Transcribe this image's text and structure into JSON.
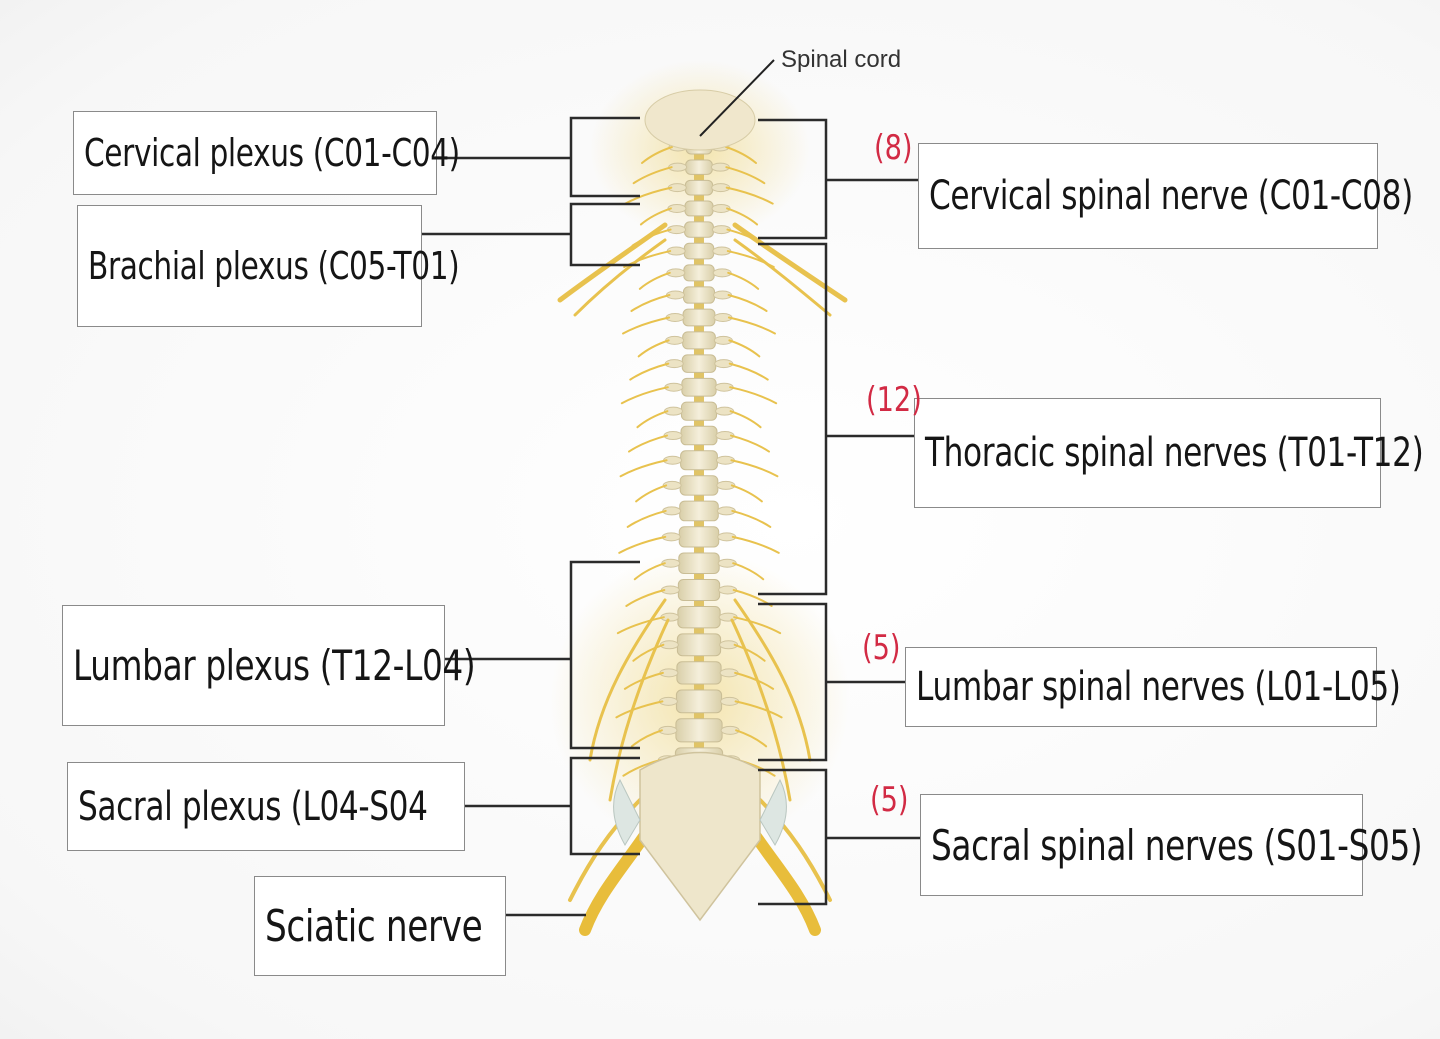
{
  "top_label": "Spinal cord",
  "left_labels": {
    "cervical_plexus": "Cervical plexus (C01-C04)",
    "brachial_plexus": "Brachial plexus (C05-T01)",
    "lumbar_plexus": "Lumbar plexus (T12-L04)",
    "sacral_plexus": "Sacral plexus (L04-S04",
    "sciatic_nerve": "Sciatic nerve"
  },
  "right_labels": {
    "cervical_spinal": "Cervical spinal nerve (C01-C08)",
    "thoracic_spinal": "Thoracic spinal nerves (T01-T12)",
    "lumbar_spinal": "Lumbar spinal nerves (L01-L05)",
    "sacral_spinal": "Sacral spinal nerves (S01-S05)"
  },
  "counts": {
    "cervical": "(8)",
    "thoracic": "(12)",
    "lumbar": "(5)",
    "sacral": "(5)"
  },
  "colors": {
    "annotation_red": "#d22a44",
    "nerve_yellow": "#e8c24e",
    "bone": "#efe8cf",
    "bracket_line": "#2b2b2b",
    "box_border": "#8a8a8a"
  }
}
